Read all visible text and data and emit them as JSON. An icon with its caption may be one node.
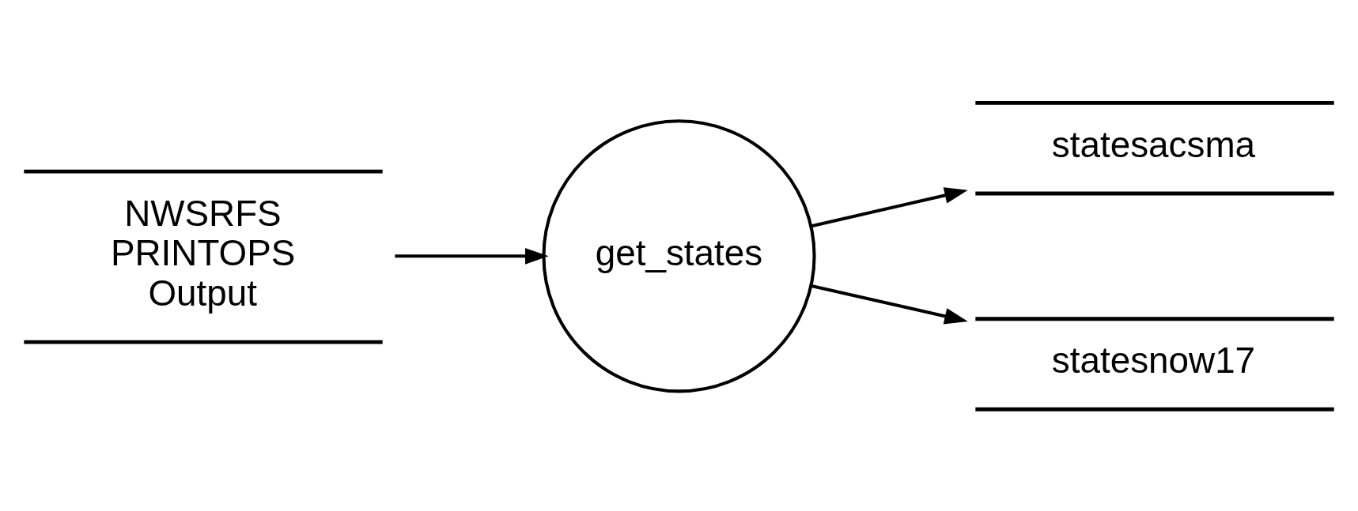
{
  "diagram": {
    "nodes": [
      {
        "text": [
          "NWSRFS PRINTOPS Output"
        ]
      },
      {
        "text": [
          "get_states"
        ]
      },
      {
        "text": [
          "statesacsma"
        ]
      },
      {
        "text": [
          "statesnow17"
        ]
      }
    ],
    "edges": [
      {
        "from": 0,
        "to": 1,
        "arrow": "to"
      },
      {
        "from": 1,
        "to": 2,
        "arrow": "to"
      },
      {
        "from": 1,
        "to": 3,
        "arrow": "to"
      }
    ]
  }
}
